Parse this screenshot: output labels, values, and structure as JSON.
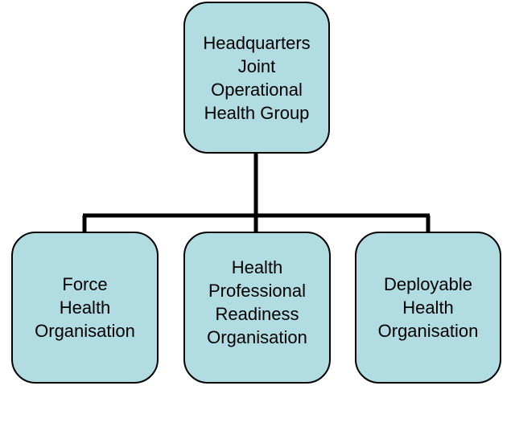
{
  "org_chart": {
    "root": {
      "label": "Headquarters\nJoint\nOperational\nHealth Group"
    },
    "children": [
      {
        "label": "Force\nHealth\nOrganisation"
      },
      {
        "label": "Health\nProfessional\nReadiness\nOrganisation"
      },
      {
        "label": "Deployable\nHealth\nOrganisation"
      }
    ]
  },
  "colors": {
    "box_fill": "#b1dde2",
    "box_border": "#000000",
    "connector": "#000000"
  }
}
